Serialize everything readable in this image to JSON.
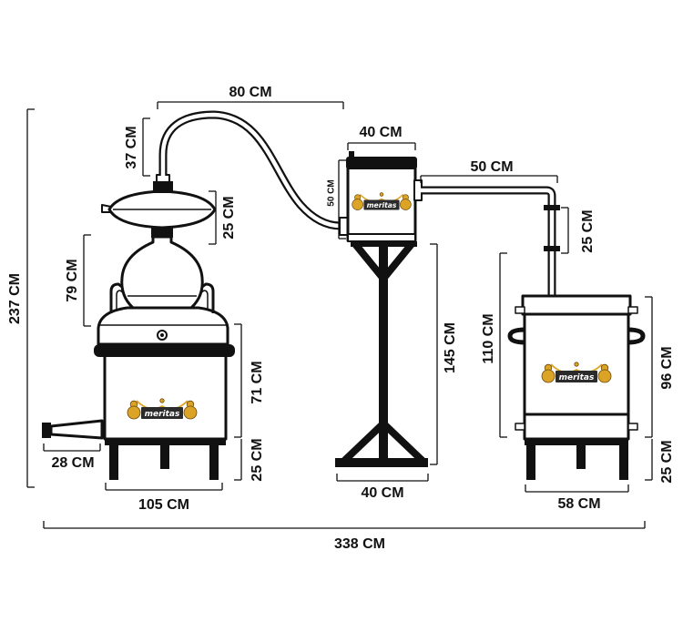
{
  "dimensions": {
    "total_height": "237 CM",
    "pipe_length": "80 CM",
    "pipe_rise": "37 CM",
    "helmet_height": "25 CM",
    "dome_height": "79 CM",
    "firebox_height": "71 CM",
    "still_leg_height": "25 CM",
    "spout_length": "28 CM",
    "still_width": "105 CM",
    "condenser_width": "40 CM",
    "condenser_height": "50 CM",
    "outlet_pipe_length": "50 CM",
    "outlet_pipe_drop": "25 CM",
    "stand_height": "145 CM",
    "stand_base_width": "40 CM",
    "tank_total_height": "110 CM",
    "tank_body_height": "96 CM",
    "tank_leg_height": "25 CM",
    "tank_width": "58 CM",
    "total_width": "338 CM"
  },
  "logo_text": "meritas",
  "colors": {
    "ink": "#111111",
    "gold": "#dca427",
    "plate": "#2b2b2b",
    "paper": "#ffffff"
  }
}
